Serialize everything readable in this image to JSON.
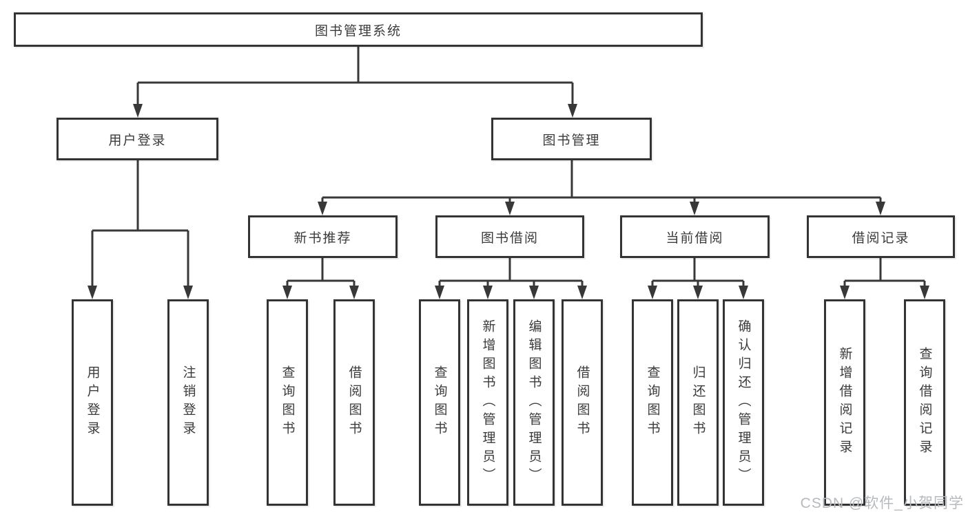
{
  "tree": {
    "root": {
      "label": "图书管理系统"
    },
    "level2": [
      {
        "label": "用户登录",
        "children": [
          {
            "label": "用户登录"
          },
          {
            "label": "注销登录"
          }
        ]
      },
      {
        "label": "图书管理",
        "children": [
          {
            "label": "新书推荐",
            "children": [
              {
                "label": "查询图书"
              },
              {
                "label": "借阅图书"
              }
            ]
          },
          {
            "label": "图书借阅",
            "children": [
              {
                "label": "查询图书"
              },
              {
                "label": "新增图书（管理员）"
              },
              {
                "label": "编辑图书（管理员）"
              },
              {
                "label": "借阅图书"
              }
            ]
          },
          {
            "label": "当前借阅",
            "children": [
              {
                "label": "查询图书"
              },
              {
                "label": "归还图书"
              },
              {
                "label": "确认归还（管理员）"
              }
            ]
          },
          {
            "label": "借阅记录",
            "children": [
              {
                "label": "新增借阅记录"
              },
              {
                "label": "查询借阅记录"
              }
            ]
          }
        ]
      }
    ]
  },
  "watermark": "CSDN @软件_小贺同学",
  "colors": {
    "line": "#383838",
    "box_border": "#333333",
    "text": "#3b3b3b",
    "background": "#ffffff",
    "watermark": "#b6b9be"
  }
}
